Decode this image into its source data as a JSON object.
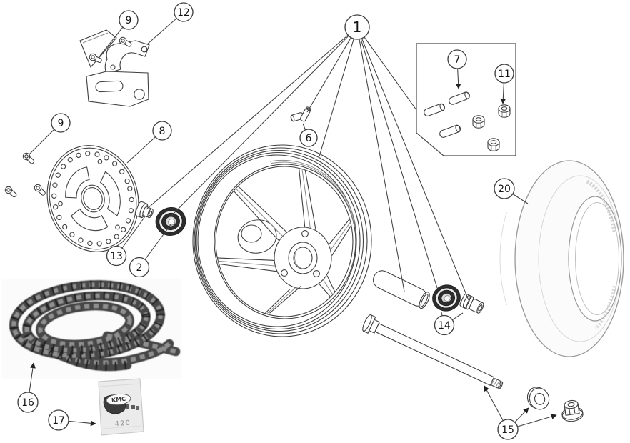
{
  "callouts": {
    "c1": {
      "label": "1"
    },
    "c2": {
      "label": "2"
    },
    "c6": {
      "label": "6"
    },
    "c7": {
      "label": "7"
    },
    "c8": {
      "label": "8"
    },
    "c9a": {
      "label": "9"
    },
    "c9b": {
      "label": "9"
    },
    "c11": {
      "label": "11"
    },
    "c12": {
      "label": "12"
    },
    "c13": {
      "label": "13"
    },
    "c14": {
      "label": "14"
    },
    "c15": {
      "label": "15"
    },
    "c16": {
      "label": "16"
    },
    "c17": {
      "label": "17"
    },
    "c20": {
      "label": "20"
    }
  },
  "package_label": {
    "brand": "KMC",
    "part_code": "420"
  },
  "colors": {
    "line": "#3f3f3f",
    "callout_text": "#141414",
    "bearing_dark": "#2d2d2d",
    "tire_outline": "#9a9a9a",
    "chain_gray": "#474747",
    "bag_fill": "#ededed",
    "background": "#ffffff"
  }
}
